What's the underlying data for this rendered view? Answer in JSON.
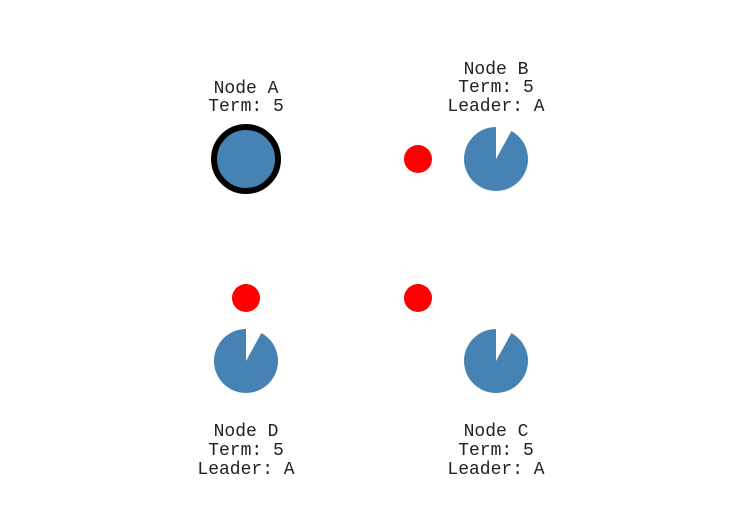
{
  "colors": {
    "node_fill": "#4682b4",
    "leader_ring": "#000000",
    "message": "#ff0000",
    "background": "#ffffff"
  },
  "nodes": {
    "a": {
      "name": "Node A",
      "term": "Term: 5",
      "role": "leader"
    },
    "b": {
      "name": "Node B",
      "term": "Term: 5",
      "leader": "Leader: A",
      "role": "follower",
      "timeout_remaining": 0.92
    },
    "c": {
      "name": "Node C",
      "term": "Term: 5",
      "leader": "Leader: A",
      "role": "follower",
      "timeout_remaining": 0.92
    },
    "d": {
      "name": "Node D",
      "term": "Term: 5",
      "leader": "Leader: A",
      "role": "follower",
      "timeout_remaining": 0.92
    }
  },
  "messages": [
    {
      "from": "Node A",
      "to": "Node B",
      "type": "heartbeat"
    },
    {
      "from": "Node A",
      "to": "Node C",
      "type": "heartbeat"
    },
    {
      "from": "Node A",
      "to": "Node D",
      "type": "heartbeat"
    }
  ]
}
